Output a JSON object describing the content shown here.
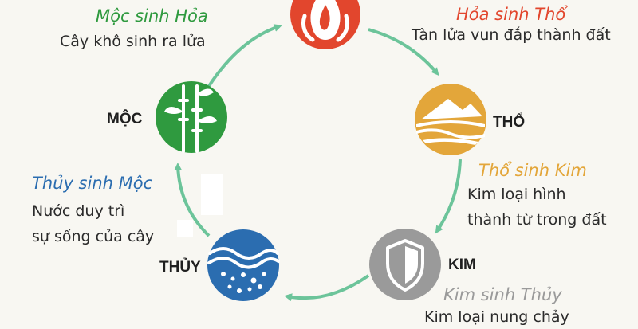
{
  "elements": {
    "fire": {
      "name": "",
      "color": "#e2462d",
      "icon": "fire-flame-icon"
    },
    "earth": {
      "name": "THỔ",
      "color": "#e3a63a",
      "icon": "mountain-icon"
    },
    "metal": {
      "name": "KIM",
      "color": "#9a9a9a",
      "icon": "shield-icon"
    },
    "water": {
      "name": "THỦY",
      "color": "#2b6db0",
      "icon": "wave-icon"
    },
    "wood": {
      "name": "MỘC",
      "color": "#2f9a3f",
      "icon": "bamboo-icon"
    }
  },
  "relations": {
    "wood_fire": {
      "title": "Mộc sinh Hỏa",
      "title_color": "#2f9a3f",
      "line1": "Cây khô sinh ra lửa",
      "line2": ""
    },
    "fire_earth": {
      "title": "Hỏa sinh Thổ",
      "title_color": "#e2462d",
      "line1": "Tàn lửa vun đắp thành đất",
      "line2": ""
    },
    "earth_metal": {
      "title": "Thổ sinh Kim",
      "title_color": "#e3a63a",
      "line1": "Kim loại hình",
      "line2": "thành từ trong đất"
    },
    "metal_water": {
      "title": "Kim sinh Thủy",
      "title_color": "#9a9a9a",
      "line1": "Kim loại nung chảy",
      "line2": ""
    },
    "water_wood": {
      "title": "Thủy sinh Mộc",
      "title_color": "#2b6db0",
      "line1": "Nước duy trì",
      "line2": "sự sống của cây"
    }
  },
  "arrow_color": "#6cc49a"
}
